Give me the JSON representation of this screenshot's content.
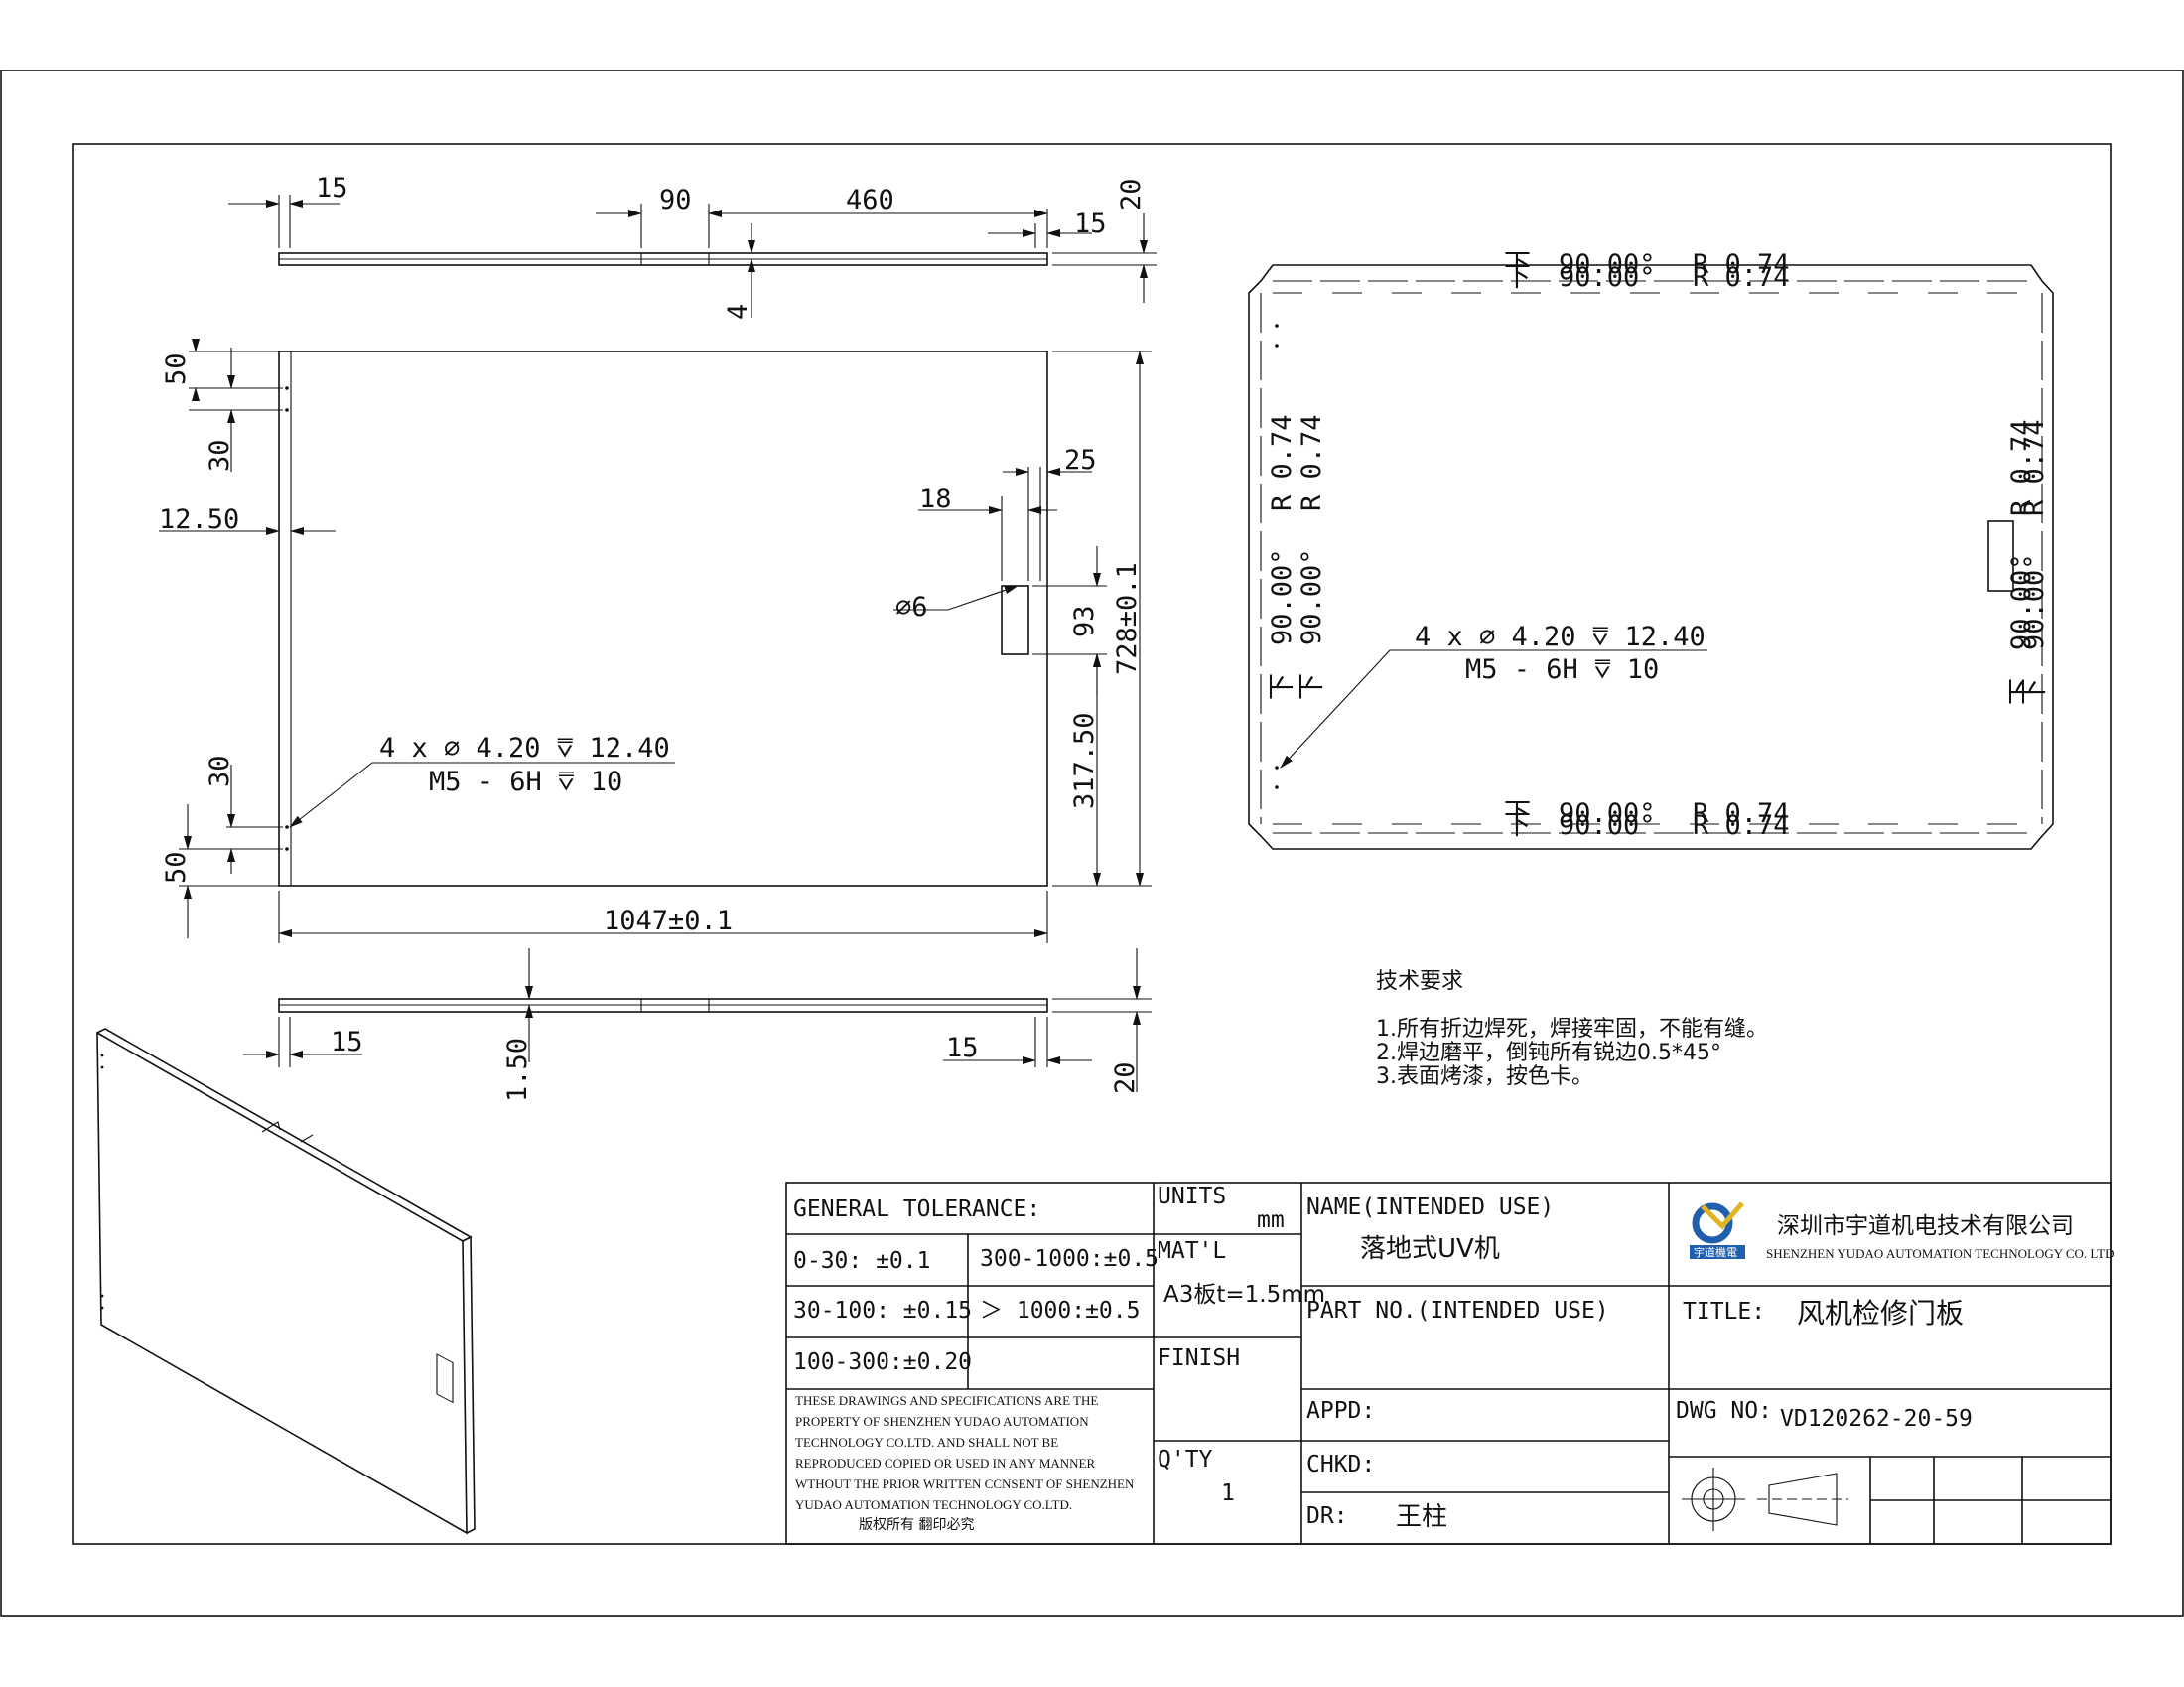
{
  "dimensions": {
    "top_left_15": "15",
    "top_90": "90",
    "top_460": "460",
    "top_right_15": "15",
    "top_20": "20",
    "top_4": "4",
    "left_50_top": "50",
    "left_30_top": "30",
    "left_12_50": "12.50",
    "right_25": "25",
    "right_18": "18",
    "hole_dia": "∅6",
    "slot_93": "93",
    "height_728": "728±0.1",
    "dist_317_50": "317.50",
    "left_30_bottom": "30",
    "left_50_bottom": "50",
    "width_1047": "1047±0.1",
    "bottom_left_15": "15",
    "bottom_1_50": "1.50",
    "bottom_right_15": "15",
    "bottom_20": "20"
  },
  "callouts": {
    "hole_line1": "4 x  ∅ 4.20  ⩢ 12.40",
    "hole_line2": "M5 - 6H  ⩢  10"
  },
  "flat_pattern": {
    "bend_angle": "90.00°",
    "bend_radius": "R 0.74",
    "bend_symbol": "下",
    "hole_line1": "4 x  ∅ 4.20  ⩢ 12.40",
    "hole_line2": "M5 - 6H  ⩢  10"
  },
  "tech_requirements": {
    "title": "技术要求",
    "items": [
      "1.所有折边焊死，焊接牢固，不能有缝。",
      "2.焊边磨平，倒钝所有锐边0.5*45°",
      "3.表面烤漆，按色卡。"
    ]
  },
  "title_block": {
    "general_tolerance_label": "GENERAL TOLERANCE:",
    "tol_0_30": "0-30:    ±0.1",
    "tol_300_1000": "300-1000:±0.5",
    "tol_30_100": "30-100: ±0.15",
    "tol_gt_1000": "＞ 1000:±0.5",
    "tol_100_300": "100-300:±0.20",
    "copyright_lines": [
      "THESE DRAWINGS AND SPECIFICATIONS ARE THE",
      "PROPERTY OF SHENZHEN YUDAO AUTOMATION",
      "TECHNOLOGY CO.LTD.  AND SHALL NOT BE",
      "REPRODUCED COPIED OR USED IN ANY MANNER",
      "WTHOUT THE PRIOR WRITTEN CCNSENT OF SHENZHEN",
      "YUDAO AUTOMATION TECHNOLOGY CO.LTD."
    ],
    "copyright_cn": "版权所有  翻印必究",
    "units_label": "UNITS",
    "units_value": "mm",
    "material_label": "MAT'L",
    "material_value": "A3板t=1.5mm",
    "finish_label": "FINISH",
    "qty_label": "Q'TY",
    "qty_value": "1",
    "name_label": "NAME(INTENDED USE)",
    "name_value": "落地式UV机",
    "part_no_label": "PART NO.(INTENDED USE)",
    "appd_label": "APPD:",
    "chkd_label": "CHKD:",
    "dr_label": "DR:",
    "dr_value": "王柱",
    "company_cn": "深圳市宇道机电技术有限公司",
    "company_en": "SHENZHEN YUDAO AUTOMATION TECHNOLOGY CO. LTD",
    "logo_text": "宇道機電",
    "title_label": "TITLE:",
    "title_value": "风机检修门板",
    "dwg_no_label": "DWG NO:",
    "dwg_no_value": "VD120262-20-59"
  },
  "colors": {
    "line": "#111111",
    "logo_blue": "#1f5fae",
    "logo_yellow": "#e2b323"
  }
}
